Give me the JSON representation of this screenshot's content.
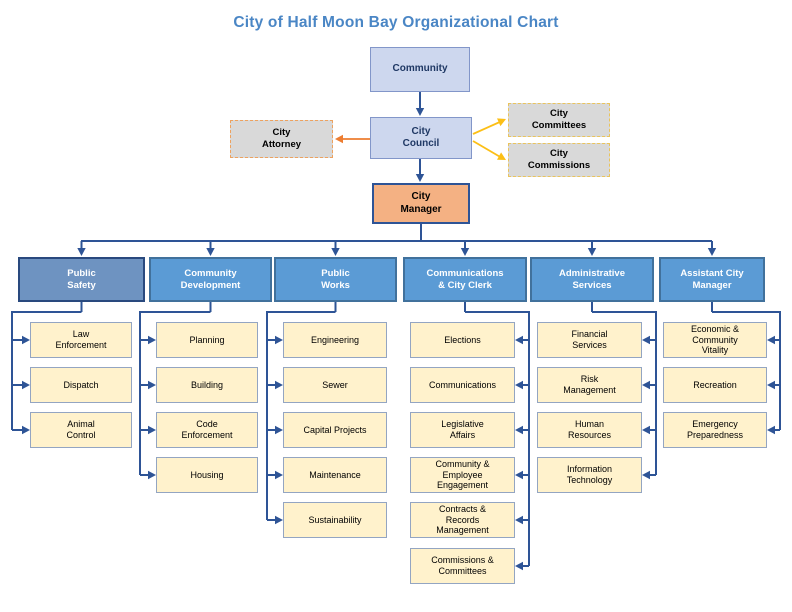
{
  "title": "City of Half Moon Bay Organizational Chart",
  "top_boxes": {
    "community": "Community",
    "city_council": "City\nCouncil",
    "city_attorney": "City\nAttorney",
    "city_committees": "City\nCommittees",
    "city_commissions": "City\nCommissions",
    "city_manager": "City\nManager"
  },
  "departments": [
    {
      "label": "Public\nSafety",
      "children": [
        "Law\nEnforcement",
        "Dispatch",
        "Animal\nControl"
      ]
    },
    {
      "label": "Community\nDevelopment",
      "children": [
        "Planning",
        "Building",
        "Code\nEnforcement",
        "Housing"
      ]
    },
    {
      "label": "Public\nWorks",
      "children": [
        "Engineering",
        "Sewer",
        "Capital Projects",
        "Maintenance",
        "Sustainability"
      ]
    },
    {
      "label": "Communications\n& City Clerk",
      "children": [
        "Elections",
        "Communications",
        "Legislative\nAffairs",
        "Community &\nEmployee\nEngagement",
        "Contracts &\nRecords\nManagement",
        "Commissions &\nCommittees"
      ]
    },
    {
      "label": "Administrative\nServices",
      "children": [
        "Financial\nServices",
        "Risk\nManagement",
        "Human\nResources",
        "Information\nTechnology"
      ]
    },
    {
      "label": "Assistant City\nManager",
      "children": [
        "Economic &\nCommunity\nVitality",
        "Recreation",
        "Emergency\nPreparedness"
      ]
    }
  ],
  "colors": {
    "title_text": "#4a86c5",
    "connector": "#2e5496",
    "orange": "#ed7d31",
    "gold": "#fcbf16",
    "top_box_fill": "#cdd7ee",
    "top_box_border": "#8296c9",
    "top_box_text": "#1f3864",
    "manager_fill": "#f4b183",
    "manager_border": "#2e5496",
    "advisory_fill": "#d9d9d9",
    "attorney_border": "#eda25f",
    "committee_border": "#eac45c",
    "dept_fill": "#5b9bd5",
    "dept_border": "#41719c",
    "dept_safety_fill": "#6e93c1",
    "dept_safety_border": "#29497e",
    "sub_fill": "#fff2cc",
    "sub_border": "#93a5c2"
  }
}
